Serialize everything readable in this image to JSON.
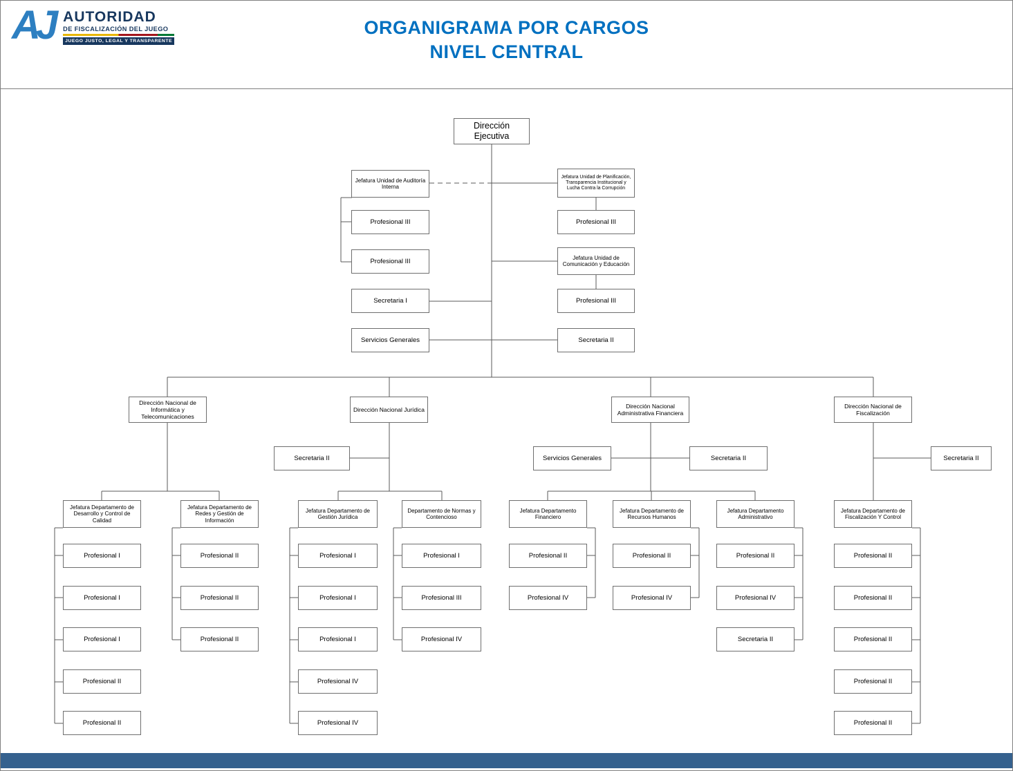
{
  "header": {
    "logo": {
      "monogram": "AJ",
      "line1": "AUTORIDAD",
      "line2": "DE FISCALIZACIÓN DEL JUEGO",
      "tagline": "JUEGO JUSTO, LEGAL Y TRANSPARENTE"
    },
    "title_line1": "ORGANIGRAMA POR CARGOS",
    "title_line2": "NIVEL CENTRAL"
  },
  "colors": {
    "title_blue": "#0070C0",
    "logo_navy": "#17375E",
    "logo_blue": "#2D7FC1",
    "footer_bar": "#35618E",
    "box_border": "#6E6E6E"
  },
  "org": {
    "root": "Dirección Ejecutiva",
    "staff_left": {
      "auditoria": "Jefatura Unidad de Auditoría Interna",
      "auditoria_profesional_1": "Profesional III",
      "auditoria_profesional_2": "Profesional III",
      "secretaria": "Secretaria I",
      "servicios_generales": "Servicios Generales"
    },
    "staff_right": {
      "planificacion": "Jefatura Unidad de Planificación, Transparencia Institucional y Lucha Contra la Corrupción",
      "planificacion_profesional": "Profesional III",
      "comunicacion": "Jefatura Unidad de Comunicación y Educación",
      "comunicacion_profesional": "Profesional III",
      "secretaria": "Secretaria II"
    },
    "informatica": {
      "direccion": "Dirección Nacional de Informática y Telecomunicaciones",
      "desarrollo": {
        "jefatura": "Jefatura Departamento de Desarrollo y Control de Calidad",
        "staff": [
          "Profesional I",
          "Profesional I",
          "Profesional I",
          "Profesional II",
          "Profesional II"
        ]
      },
      "redes": {
        "jefatura": "Jefatura Departamento de Redes y Gestión de Información",
        "staff": [
          "Profesional II",
          "Profesional II",
          "Profesional II"
        ]
      }
    },
    "juridica": {
      "direccion": "Dirección Nacional Jurídica",
      "secretaria": "Secretaria II",
      "gestion_juridica": {
        "jefatura": "Jefatura Departamento de Gestión Jurídica",
        "staff": [
          "Profesional I",
          "Profesional I",
          "Profesional I",
          "Profesional IV",
          "Profesional IV"
        ]
      },
      "normas": {
        "jefatura": "Departamento de Normas y Contencioso",
        "staff": [
          "Profesional I",
          "Profesional III",
          "Profesional IV"
        ]
      }
    },
    "administrativa_financiera": {
      "direccion": "Dirección Nacional Administrativa Financiera",
      "servicios_generales": "Servicios Generales",
      "secretaria": "Secretaria II",
      "financiero": {
        "jefatura": "Jefatura Departamento Financiero",
        "staff": [
          "Profesional II",
          "Profesional IV"
        ]
      },
      "recursos_humanos": {
        "jefatura": "Jefatura Departamento de Recursos Humanos",
        "staff": [
          "Profesional II",
          "Profesional IV"
        ]
      },
      "administrativo": {
        "jefatura": "Jefatura Departamento Administrativo",
        "staff": [
          "Profesional II",
          "Profesional IV",
          "Secretaria II"
        ]
      }
    },
    "fiscalizacion": {
      "direccion": "Dirección Nacional de Fiscalización",
      "secretaria": "Secretaria II",
      "fiscalizacion_control": {
        "jefatura": "Jefatura Departamento de Fiscalización Y Control",
        "staff": [
          "Profesional II",
          "Profesional II",
          "Profesional II",
          "Profesional II",
          "Profesional II"
        ]
      }
    }
  }
}
